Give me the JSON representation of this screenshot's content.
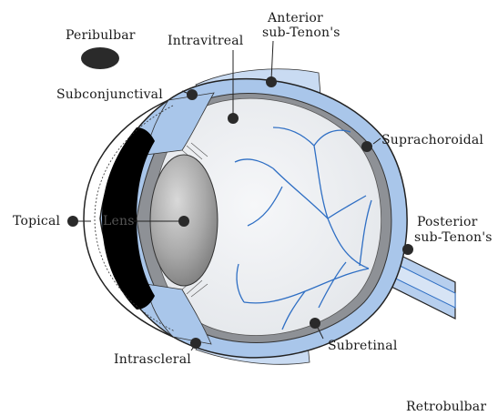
{
  "labels": {
    "peribulbar": "Peribulbar",
    "intravitreal": "Intravitreal",
    "anterior_subtenons_line1": "Anterior",
    "anterior_subtenons_line2": "sub-Tenon's",
    "subconjunctival": "Subconjunctival",
    "suprachoroidal": "Suprachoroidal",
    "topical": "Topical",
    "lens": "Lens",
    "posterior_subtenons_line1": "Posterior",
    "posterior_subtenons_line2": "sub-Tenon's",
    "intrascleral": "Intrascleral",
    "subretinal": "Subretinal",
    "retrobulbar": "Retrobulbar"
  },
  "colors": {
    "sclera_blue": "#a9c6ea",
    "tenon_blue": "#c9dbf2",
    "vitreous": "#eef0f3",
    "choroid_gray": "#8e9196",
    "vessel_blue": "#2f6fc4",
    "cornea_black": "#000000",
    "lens_gray": "#a8a8a8",
    "dot": "#2a2a2a"
  }
}
